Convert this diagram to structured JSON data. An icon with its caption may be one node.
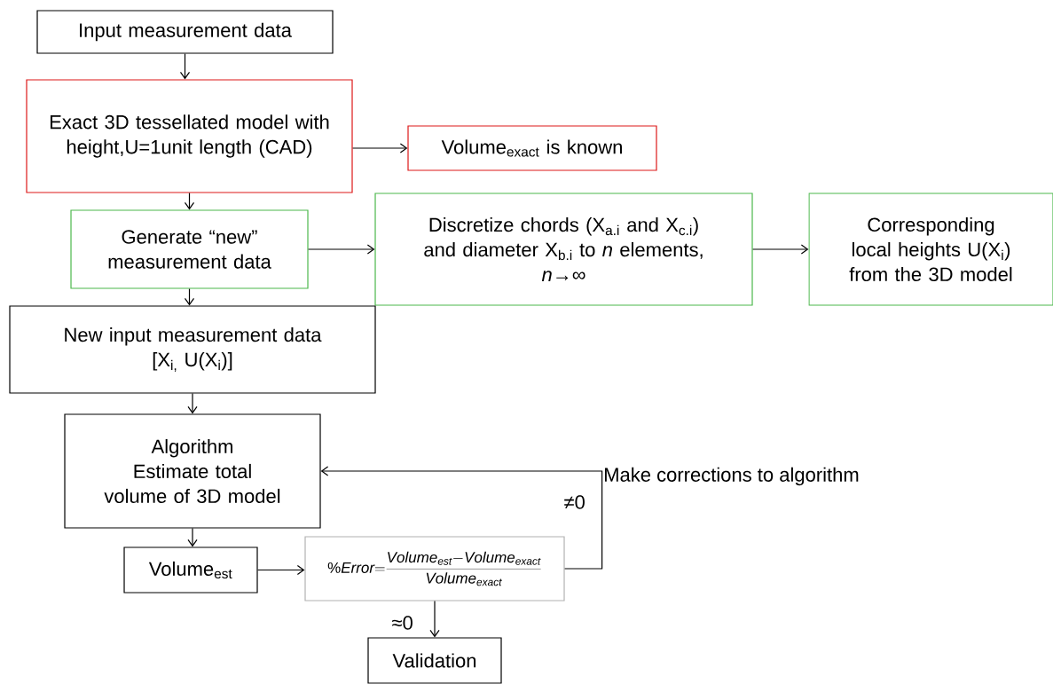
{
  "diagram": {
    "nodes": [
      {
        "text": [
          "Input measurement data"
        ]
      },
      {
        "text": [
          "Exact 3D tessellated model with height,U=1unit length (CAD)"
        ]
      },
      {
        "text": [
          "Volume$_{exact}$ is known"
        ]
      },
      {
        "text": [
          "Generate “new” measurement data"
        ]
      },
      {
        "text": [
          "Discretize chords (X$_{a.i}$ and X$_{c.i}$) and diameter X$_{b.i}$ to *n* elements,",
          "*n*→∞"
        ]
      },
      {
        "text": [
          "Corresponding local heights U(X$_{i}$) from the 3D model"
        ]
      },
      {
        "text": [
          "New input measurement data",
          "[X$_{i,}$ U(X$_{i}$)]"
        ]
      },
      {
        "text": [
          "Algorithm",
          "Estimate total volume of 3D model"
        ]
      },
      {
        "text": [
          "Volume$_{est}$"
        ]
      },
      {
        "text": [
          "\\mathit{\\%Error}\\mathrm{=}\\frac{\\mathit{Volume}_{\\mathit{est}}\\mathrm{-}\\mathit{Volume}_{\\mathit{exact}}}{\\mathit{Volume}_{\\mathit{exact}}}"
        ]
      },
      {
        "text": [
          "Validation"
        ]
      }
    ],
    "edges": [
      {
        "from": 0,
        "to": 1,
        "arrow": "to"
      },
      {
        "from": 1,
        "to": 2,
        "arrow": "to"
      },
      {
        "from": 1,
        "to": 3,
        "arrow": "to"
      },
      {
        "from": 3,
        "to": 4,
        "arrow": "to"
      },
      {
        "from": 4,
        "to": 5,
        "arrow": "to"
      },
      {
        "from": 3,
        "to": 6,
        "arrow": "to"
      },
      {
        "from": 6,
        "to": 7,
        "arrow": "to"
      },
      {
        "from": 7,
        "to": 8,
        "arrow": "to"
      },
      {
        "from": 8,
        "to": 9,
        "arrow": "to"
      },
      {
        "from": 9,
        "to": 7,
        "arrow": "to",
        "label": "≠0"
      },
      {
        "from": 9,
        "to": 10,
        "arrow": "to",
        "label": "≈0"
      }
    ],
    "labels": [
      "Make corrections to algorithm"
    ]
  }
}
